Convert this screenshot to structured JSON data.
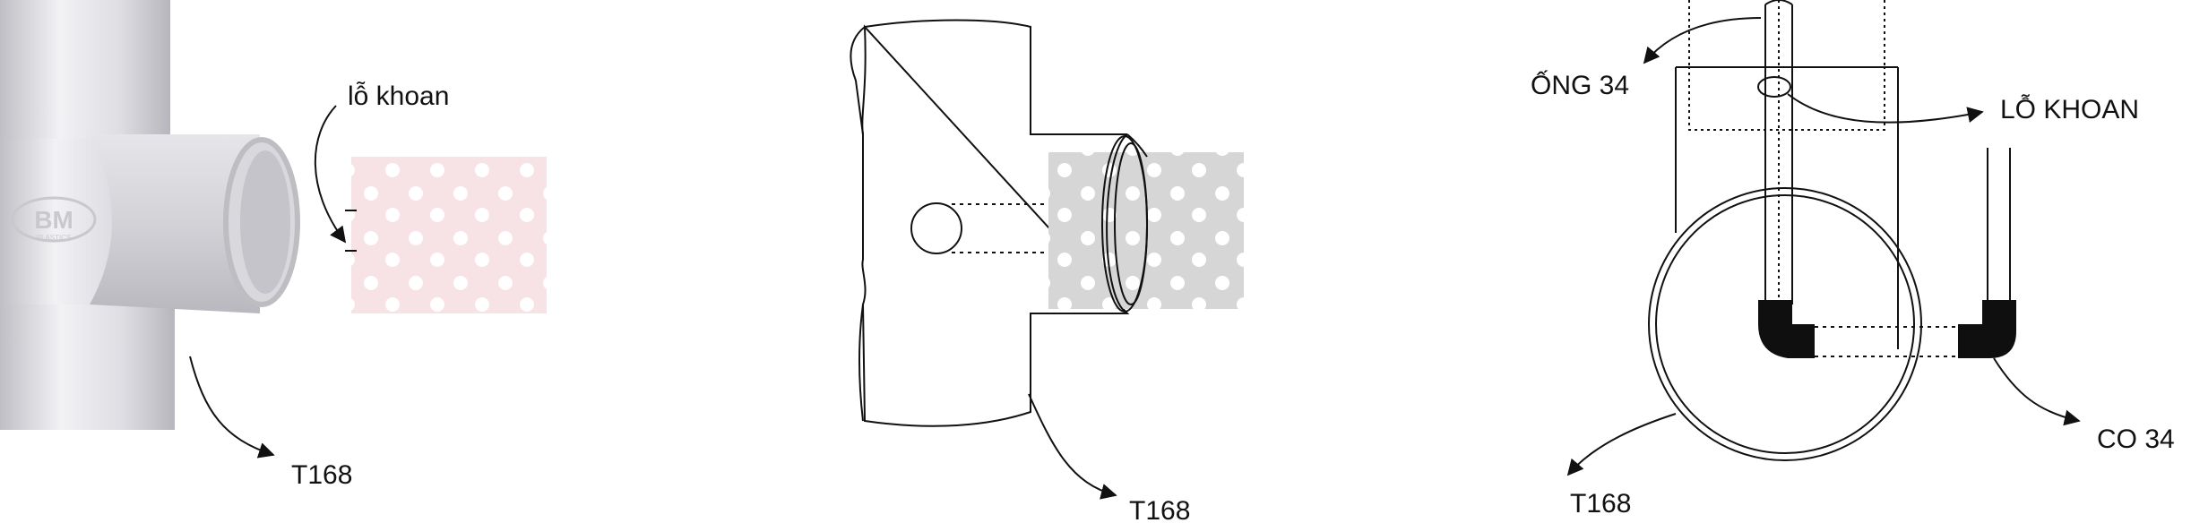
{
  "panels": [
    {
      "part_label": "T168",
      "callout": "lỗ khoan",
      "logo_text": "BM",
      "logo_subtext": "PLASTICS"
    },
    {
      "part_label": "T168"
    },
    {
      "part_label": "T168",
      "pipe_label": "ỐNG 34",
      "hole_label": "LỖ KHOAN",
      "elbow_label": "CO 34"
    }
  ],
  "colors": {
    "pvc_body": "#e2e2e6",
    "pvc_shade": "#c5c5ca",
    "pink_grid": "#f7e2e6",
    "grey_grid": "#d6d6d6",
    "elbow": "#0f0f0f",
    "line": "#111111"
  }
}
